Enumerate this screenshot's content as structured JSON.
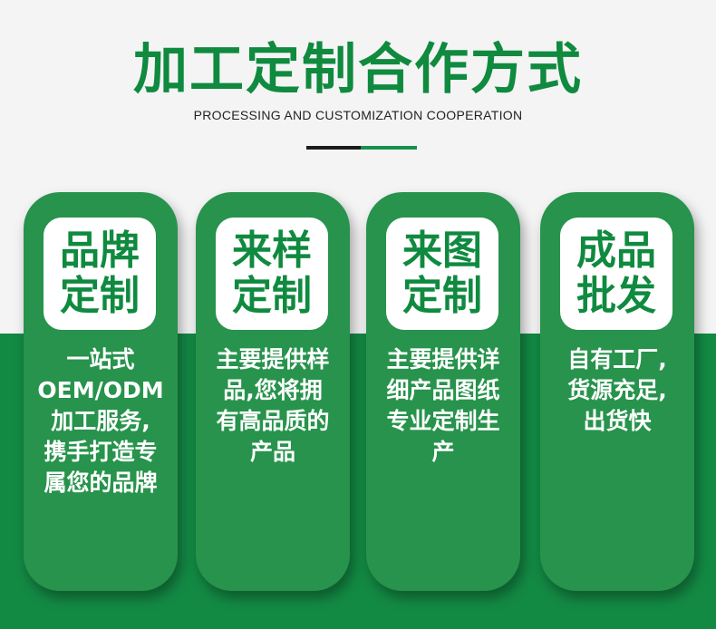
{
  "header": {
    "title": "加工定制合作方式",
    "subtitle": "PROCESSING AND CUSTOMIZATION COOPERATION"
  },
  "cards": [
    {
      "badge": [
        "品牌",
        "定制"
      ],
      "lines": [
        "一站式",
        "OEM/ODM",
        "加工服务,",
        "携手打造专",
        "属您的品牌"
      ]
    },
    {
      "badge": [
        "来样",
        "定制"
      ],
      "lines": [
        "主要提供样",
        "品,您将拥",
        "有高品质的",
        "产品"
      ]
    },
    {
      "badge": [
        "来图",
        "定制"
      ],
      "lines": [
        "主要提供详",
        "细产品图纸",
        "专业定制生",
        "产"
      ]
    },
    {
      "badge": [
        "成品",
        "批发"
      ],
      "lines": [
        "自有工厂,",
        "货源充足,",
        "出货快"
      ]
    }
  ]
}
